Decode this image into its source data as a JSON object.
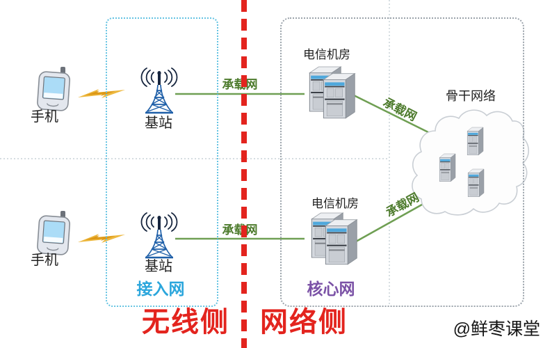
{
  "labels": {
    "phone": "手机",
    "base_station": "基站",
    "bearer_network": "承载网",
    "telecom_room": "电信机房",
    "backbone_network": "骨干网络",
    "access_network": "接入网",
    "core_network": "核心网",
    "wireless_side": "无线侧",
    "network_side": "网络侧",
    "watermark": "@鲜枣课堂"
  },
  "colors": {
    "divider_red": "#e3241e",
    "side_label_red": "#e3241e",
    "access_cyan": "#2ba6dc",
    "core_purple": "#7b52a6",
    "link_green": "#6f9f53",
    "bearer_text_green": "#4c7a2b",
    "tower_blue": "#1e5fa8",
    "access_box_border": "#64c3e2",
    "core_box_border": "#9aa2aa"
  }
}
